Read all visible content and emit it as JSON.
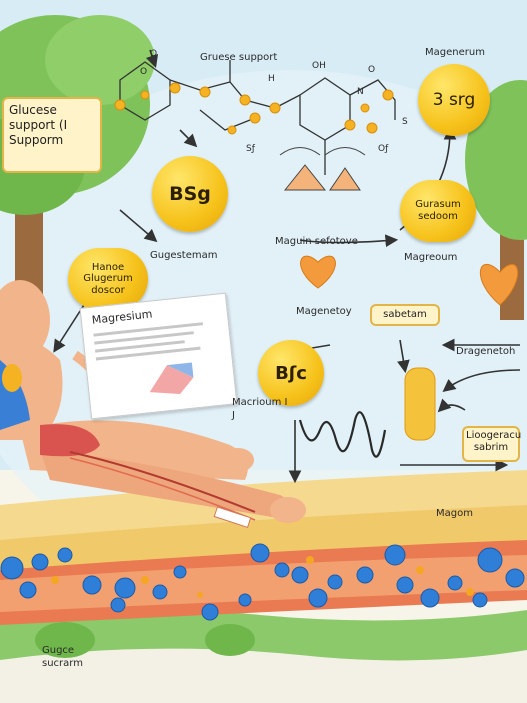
{
  "top_center_label": "Gruese support",
  "top_right_label": "Magenerum",
  "molecule_labels": {
    "o_top": "O",
    "o_left": "O",
    "h_mid": "H",
    "oh_top": "OH",
    "o_right": "O",
    "n_right": "N",
    "s_right": "S",
    "sf": "Sƒ",
    "of": "Oƒ"
  },
  "left_box": "Glucese support (I Supporm",
  "left_circle": "BSg",
  "left_mid_label": "Gugestemam",
  "left_oval": "Hanoe Glugerum doscor",
  "center_label": "Maguin sefotove",
  "right_circle": "3 srg",
  "right_oval": "Gurasum sedoom",
  "right_mid_label": "Magreoum",
  "center_small_label": "Magenetoy",
  "sabetam_box": "sabetam",
  "right_label": "Dragenetoh",
  "paper_title": "Magresium",
  "center_circle": "Bʃc",
  "mid_left_label": "Macrioum I J",
  "bottom_right_box": "Lioogeracu sabrim",
  "magom_label": "Magom",
  "bottom_left_label": "Gugce sucrarm"
}
